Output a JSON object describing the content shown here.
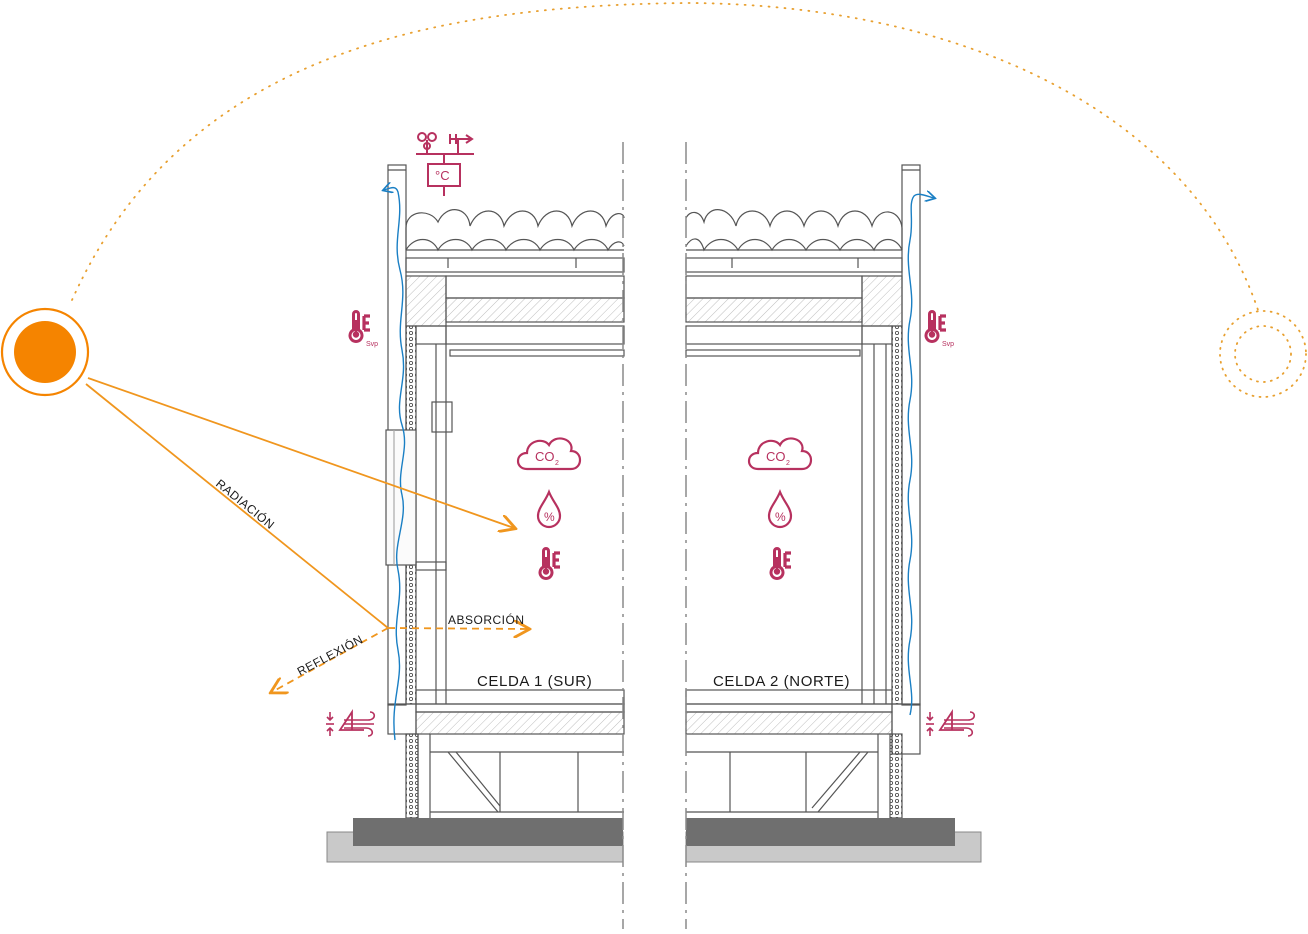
{
  "labels": {
    "radiation": "RADIACIÓN",
    "reflection": "REFLEXIÓN",
    "absorption": "ABSORCIÓN",
    "cell1": "CELDA 1 (SUR)",
    "cell2": "CELDA 2 (NORTE)"
  },
  "icon_text": {
    "co2_main": "CO",
    "co2_sub": "2",
    "humidity": "%",
    "temperature_unit": "°C",
    "surface_sub": "Svp"
  },
  "icons": [
    "sun-icon",
    "weather-station-icon",
    "anemometer-icon",
    "wind-vane-icon",
    "thermometer-icon",
    "co2-cloud-icon",
    "humidity-drop-icon",
    "wind-pressure-icon"
  ],
  "colors": {
    "sun": "#f58400",
    "radiation": "#f0961e",
    "sensor": "#b7315f",
    "airflow": "#1a7fc4",
    "line": "#555555",
    "ground_dark": "#6f6f6f",
    "ground_light": "#c9c9c9"
  }
}
